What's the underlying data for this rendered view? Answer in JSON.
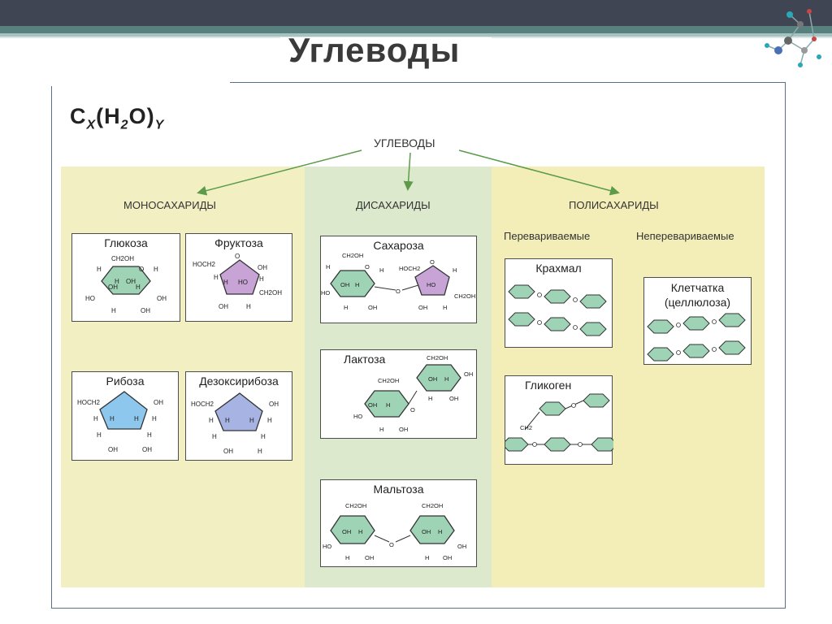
{
  "slide": {
    "title": "Углеводы"
  },
  "diagram": {
    "formula": {
      "main": "C",
      "x": "X",
      "mid": "(H",
      "two": "2",
      "end": "O)",
      "y": "Y"
    },
    "root": "УГЛЕВОДЫ",
    "categories": {
      "mono": "МОНОСАХАРИДЫ",
      "di": "ДИСАХАРИДЫ",
      "poly": "ПОЛИСАХАРИДЫ"
    },
    "subcategories": {
      "digestible": "Перевариваемые",
      "indigestible": "Неперевариваемые"
    },
    "mono": {
      "glucose": "Глюкоза",
      "fructose": "Фруктоза",
      "ribose": "Рибоза",
      "deoxyribose": "Дезоксирибоза"
    },
    "di": {
      "sucrose": "Сахароза",
      "lactose": "Лактоза",
      "maltose": "Мальтоза"
    },
    "poly": {
      "starch": "Крахмал",
      "glycogen": "Гликоген",
      "cellulose_line1": "Клетчатка",
      "cellulose_line2": "(целлюлоза)"
    },
    "atoms": {
      "h": "H",
      "oh": "OH",
      "ho": "HO",
      "o": "O",
      "ch2oh": "CH2OH",
      "hoch2": "HOCH2",
      "ch2": "CH2"
    },
    "colors": {
      "hexose": "#9fd3b5",
      "fructose": "#c7a3d6",
      "ribose": "#8ec7ee",
      "deoxyribose": "#a6b3e3",
      "arrow": "#5b9b4a"
    }
  }
}
